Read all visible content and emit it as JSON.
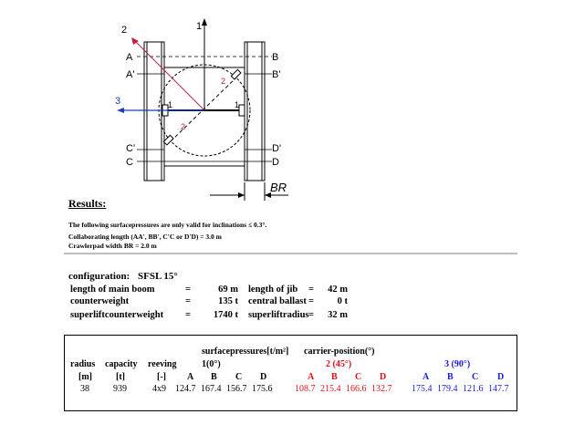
{
  "diagram": {
    "labels": {
      "top_arrow": "1",
      "diag_arrow": "2",
      "left_arrow": "3",
      "a": "A",
      "a_prime": "A'",
      "b": "B",
      "b_prime": "B'",
      "c_prime": "C'",
      "c": "C",
      "d_prime": "D'",
      "d": "D",
      "inner_left_1": "1",
      "inner_right_1": "1",
      "inner_2_top": "2",
      "inner_2_bottom": "2",
      "br": "BR"
    }
  },
  "results": {
    "title": "Results:",
    "notes": [
      "The following surfacepressures are only valid for inclinations ≤ 0.3°.",
      "Collaborating length (AA', BB', C'C or D'D) = 3.0 m",
      "Crawlerpad width BR = 2.0 m"
    ]
  },
  "configuration": {
    "label": "configuration:",
    "value": "SFSL 15°",
    "rows": [
      {
        "k1": "length of main boom",
        "eq1": "=",
        "v1": "69 m",
        "k2": "length of jib",
        "eq2": "=",
        "v2": "42 m"
      },
      {
        "k1": "counterweight",
        "eq1": "=",
        "v1": "135 t",
        "k2": "central ballast",
        "eq2": "=",
        "v2": "0 t"
      },
      {
        "k1": "superliftcounterweight",
        "eq1": "=",
        "v1": "1740 t",
        "k2": "superliftradius",
        "eq2": "=",
        "v2": "32 m"
      }
    ]
  },
  "table": {
    "header_surface": "surfacepressures[t/m²]",
    "header_carrier": "carrier-position(°)",
    "col_radius": "radius",
    "col_capacity": "capacity",
    "col_reeving": "reeving",
    "pos1": "1(0°)",
    "pos2": "2 (45°)",
    "pos3": "3 (90°)",
    "unit_radius": "[m]",
    "unit_capacity": "[t]",
    "unit_reeving": "[-]",
    "letters": [
      "A",
      "B",
      "C",
      "D"
    ],
    "row": {
      "radius": "38",
      "capacity": "939",
      "reeving": "4x9",
      "p1": [
        "124.7",
        "167.4",
        "156.7",
        "175.6"
      ],
      "p2": [
        "108.7",
        "215.4",
        "166.6",
        "132.7"
      ],
      "p3": [
        "175.4",
        "179.4",
        "121.6",
        "147.7"
      ]
    },
    "colors": {
      "pos2": "#e0101a",
      "pos3": "#1a1adc"
    }
  }
}
